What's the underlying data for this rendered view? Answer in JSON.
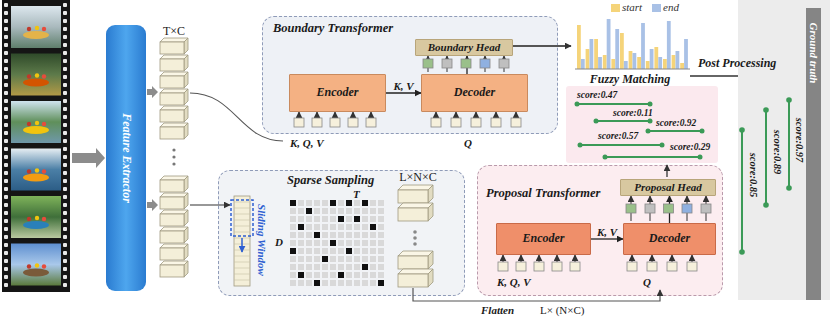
{
  "diagram": {
    "nodes": [
      {
        "text": [
          "Feature Extractor"
        ]
      },
      {
        "text": [
          "Boundary Transformer"
        ]
      },
      {
        "text": [
          "Encoder"
        ],
        "in": 1
      },
      {
        "text": [
          "Decoder"
        ],
        "in": 1
      },
      {
        "text": [
          "Boundary Head"
        ],
        "in": 1
      },
      {
        "text": [
          "Sparse Sampling"
        ]
      },
      {
        "text": [
          "Proposal Transformer"
        ]
      },
      {
        "text": [
          "Encoder"
        ],
        "in": 6
      },
      {
        "text": [
          "Decoder"
        ],
        "in": 6
      },
      {
        "text": [
          "Proposal Head"
        ],
        "in": 6
      },
      {
        "text": [
          "Ground truth"
        ]
      }
    ],
    "edges": [
      {
        "from": 2,
        "to": 3,
        "label": "K, V",
        "arrow": "to"
      },
      {
        "from": 3,
        "to": 4,
        "arrow": "to"
      },
      {
        "from": 7,
        "to": 8,
        "label": "K, V",
        "arrow": "to"
      },
      {
        "from": 8,
        "to": 9,
        "arrow": "to"
      }
    ],
    "labels": [
      "T×C",
      "K, Q, V",
      "Q",
      "Fuzzy Matching",
      "Post Processing",
      "score:0.47",
      "score:0.11",
      "score:0.92",
      "score:0.57",
      "score:0.29",
      "score:0.89",
      "score:0.97",
      "score:0.85",
      "Sliding Window",
      "T",
      "D",
      "L×N×C",
      "K, Q, V",
      "Q",
      "Flatten",
      "L× (N×C)"
    ],
    "legend": [
      {
        "text": "start",
        "color": "#f5d47a"
      },
      {
        "text": "end",
        "color": "#a9c1e6"
      }
    ]
  }
}
